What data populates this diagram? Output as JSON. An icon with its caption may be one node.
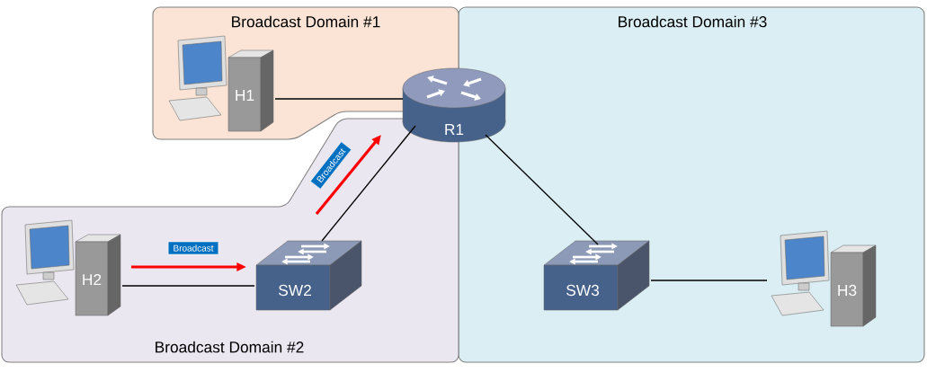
{
  "diagram": {
    "nodes": [
      {
        "text": [
          "Broadcast Domain #1"
        ]
      },
      {
        "text": [
          "H1"
        ],
        "in": 0
      },
      {
        "text": [
          "Broadcast Domain #3"
        ]
      },
      {
        "text": [
          "R1"
        ]
      },
      {
        "text": [
          "Broadcast Domain #2"
        ]
      },
      {
        "text": [
          "H2"
        ],
        "in": 4
      },
      {
        "text": [
          "SW2"
        ],
        "in": 4
      },
      {
        "text": [
          "SW3"
        ],
        "in": 2
      },
      {
        "text": [
          "H3"
        ],
        "in": 2
      }
    ],
    "edges": [
      {
        "from": 1,
        "to": 3,
        "arrow": "none"
      },
      {
        "from": 5,
        "to": 6,
        "arrow": "none"
      },
      {
        "from": 6,
        "to": 3,
        "arrow": "none"
      },
      {
        "from": 3,
        "to": 7,
        "arrow": "none"
      },
      {
        "from": 7,
        "to": 8,
        "arrow": "none"
      },
      {
        "from": 5,
        "to": 6,
        "arrow": "to",
        "label": "Broadcast",
        "style": "thick",
        "color": "#ff0000"
      },
      {
        "from": 6,
        "to": 3,
        "arrow": "to",
        "label": "Broadcast",
        "style": "thick",
        "color": "#ff0000"
      }
    ]
  }
}
